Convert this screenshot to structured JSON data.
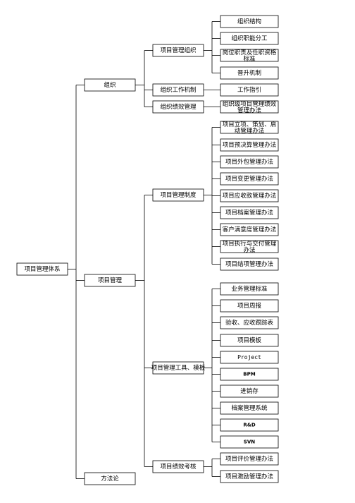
{
  "diagram": {
    "root": {
      "label": "项目管理体系"
    },
    "level1": [
      {
        "label": "组织"
      },
      {
        "label": "项目管理"
      },
      {
        "label": "方法论"
      }
    ],
    "level2": [
      {
        "label": "项目管理组织"
      },
      {
        "label": "组织工作机制"
      },
      {
        "label": "组织绩效管理"
      },
      {
        "label": "项目管理制度"
      },
      {
        "label": "项目管理工具、模板"
      },
      {
        "label": "项目绩效考核"
      }
    ],
    "level3": [
      {
        "label": "组织结构"
      },
      {
        "label": "组织职能分工"
      },
      {
        "label": "岗位职责及任职资格标准"
      },
      {
        "label": "晋升机制"
      },
      {
        "label": "工作指引"
      },
      {
        "label": "组织级项目管理绩效管理办法"
      },
      {
        "label": "项目立项、策划、启动管理办法"
      },
      {
        "label": "项目预决算管理办法"
      },
      {
        "label": "项目外包管理办法"
      },
      {
        "label": "项目变更管理办法"
      },
      {
        "label": "项目应收款管理办法"
      },
      {
        "label": "项目档案管理办法"
      },
      {
        "label": "客户满意度管理办法"
      },
      {
        "label": "项目执行与交付管理办法"
      },
      {
        "label": "项目结项管理办法"
      },
      {
        "label": "业务管理标准"
      },
      {
        "label": "项目周报"
      },
      {
        "label": "验收、应收跟踪表"
      },
      {
        "label": "项目模板"
      },
      {
        "label": "Project"
      },
      {
        "label": "BPM"
      },
      {
        "label": "进销存"
      },
      {
        "label": "档案管理系统"
      },
      {
        "label": "R&D"
      },
      {
        "label": "SVN"
      },
      {
        "label": "项目评价管理办法"
      },
      {
        "label": "项目激励管理办法"
      }
    ]
  }
}
